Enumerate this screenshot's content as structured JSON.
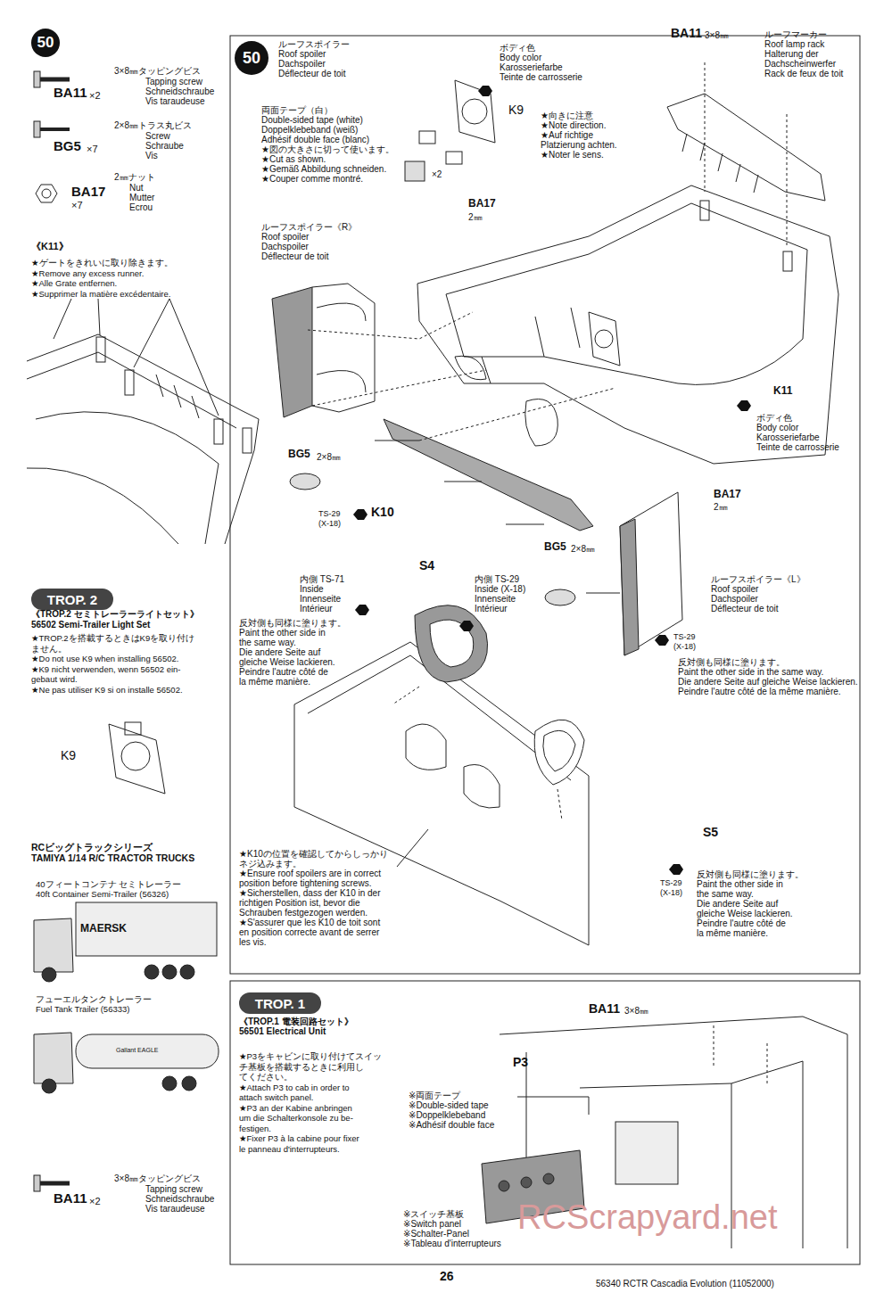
{
  "diagram": {
    "nodes": [
      {
        "text": [
          "50"
        ]
      },
      {
        "text": [
          "50"
        ]
      },
      {
        "text": [
          "TROP. 2"
        ]
      },
      {
        "text": [
          "TROP. 1"
        ]
      }
    ],
    "labels": [
      "BA11",
      "×2",
      "3×8㎜タッピングビス",
      "Tapping screw",
      "Schneidschraube",
      "Vis taraudeuse",
      "BG5",
      "×7",
      "2×8㎜トラス丸ビス",
      "Screw",
      "Schraube",
      "Vis",
      "BA17",
      "×7",
      "2㎜ナット",
      "Nut",
      "Mutter",
      "Ecrou",
      "《K11》",
      "★ゲートをきれいに取り除きます。",
      "★Remove any excess runner.",
      "★Alle Grate entfernen.",
      "★Supprimer la matière excédentaire.",
      "《TROP.2 セミトレーラーライトセット》",
      "56502 Semi-Trailer Light Set",
      "★TROP.2を搭載するときはK9を取り付け",
      "ません。",
      "★Do not use K9 when installing 56502.",
      "★K9 nicht verwenden, wenn 56502 ein-",
      "gebaut wird.",
      "★Ne pas utiliser K9 si on installe 56502.",
      "K9",
      "RCビッグトラックシリーズ",
      "TAMIYA 1/14 R/C TRACTOR TRUCKS",
      "40フィートコンテナ セミトレーラー",
      "40ft Container Semi-Trailer (56326)",
      "MAERSK",
      "フューエルタンクトレーラー",
      "Fuel Tank Trailer (56333)",
      "Gallant EAGLE",
      "BA11",
      "×2",
      "3×8㎜タッピングビス",
      "Tapping screw",
      "Schneidschraube",
      "Vis taraudeuse",
      "ルーフスポイラー",
      "Roof spoiler",
      "Dachspoiler",
      "Déflecteur de toit",
      "ボディ色",
      "Body color",
      "Karosseriefarbe",
      "Teinte de carrosserie",
      "BA11",
      "3×8㎜",
      "ルーフマーカー",
      "Roof lamp rack",
      "Halterung der",
      "Dachscheinwerfer",
      "Rack de feux de toit",
      "K9",
      "★向きに注意",
      "★Note direction.",
      "★Auf richtige",
      "Platzierung achten.",
      "★Noter le sens.",
      "両面テープ（白）",
      "Double-sided tape (white)",
      "Doppelklebeband (weiß)",
      "Adhésif double face (blanc)",
      "★図の大きさに切って使います。",
      "★Cut as shown.",
      "★Gemäß Abbildung schneiden.",
      "★Couper comme montré.",
      "×2",
      "BA17",
      "2㎜",
      "ルーフスポイラー《R》",
      "Roof spoiler",
      "Dachspoiler",
      "Déflecteur de toit",
      "K11",
      "ボディ色",
      "Body color",
      "Karosseriefarbe",
      "Teinte de carrosserie",
      "BG5",
      "2×8㎜",
      "TS-29",
      "(X-18)",
      "K10",
      "BA17",
      "2㎜",
      "BG5",
      "2×8㎜",
      "S4",
      "内側 TS-71",
      "Inside",
      "Innenseite",
      "Intérieur",
      "内側 TS-29",
      "Inside (X-18)",
      "Innenseite",
      "Intérieur",
      "反対側も同様に塗ります。",
      "Paint the other side in",
      "the same way.",
      "Die andere Seite auf",
      "gleiche Weise lackieren.",
      "Peindre l'autre côté de",
      "la même manière.",
      "ルーフスポイラー《L》",
      "Roof spoiler",
      "Dachspoiler",
      "Déflecteur de toit",
      "TS-29",
      "(X-18)",
      "反対側も同様に塗ります。",
      "Paint the other side in the same way.",
      "Die andere Seite auf gleiche Weise lackieren.",
      "Peindre l'autre côté de la même manière.",
      "S5",
      "TS-29",
      "(X-18)",
      "反対側も同様に塗ります。",
      "Paint the other side in",
      "the same way.",
      "Die andere Seite auf",
      "gleiche Weise lackieren.",
      "Peindre l'autre côté de",
      "la même manière.",
      "★K10の位置を確認してからしっかり",
      "ネジ込みます。",
      "★Ensure roof spoilers are in correct",
      "position before tightening screws.",
      "★Sicherstellen, dass der K10 in der",
      "richtigen Position ist, bevor die",
      "Schrauben festgezogen werden.",
      "★S'assurer que les K10 de toit sont",
      "en position correcte avant de serrer",
      "les vis.",
      "《TROP.1 電装回路セット》",
      "56501 Electrical Unit",
      "★P3をキャビンに取り付けてスイッ",
      "チ基板を搭載するときに利用し",
      "てください。",
      "★Attach P3 to cab in order to",
      "attach switch panel.",
      "★P3 an der Kabine anbringen",
      "um die Schalterkonsole zu be-",
      "festigen.",
      "★Fixer P3 à la cabine pour fixer",
      "le panneau d'interrupteurs.",
      "BA11",
      "3×8㎜",
      "P3",
      "※両面テープ",
      "※Double-sided tape",
      "※Doppelklebeband",
      "※Adhésif double face",
      "※スイッチ基板",
      "※Switch panel",
      "※Schalter-Panel",
      "※Tableau d'interrupteurs",
      "RCScrapyard.net",
      "26",
      "56340 RCTR Cascadia Evolution (11052000)"
    ]
  }
}
